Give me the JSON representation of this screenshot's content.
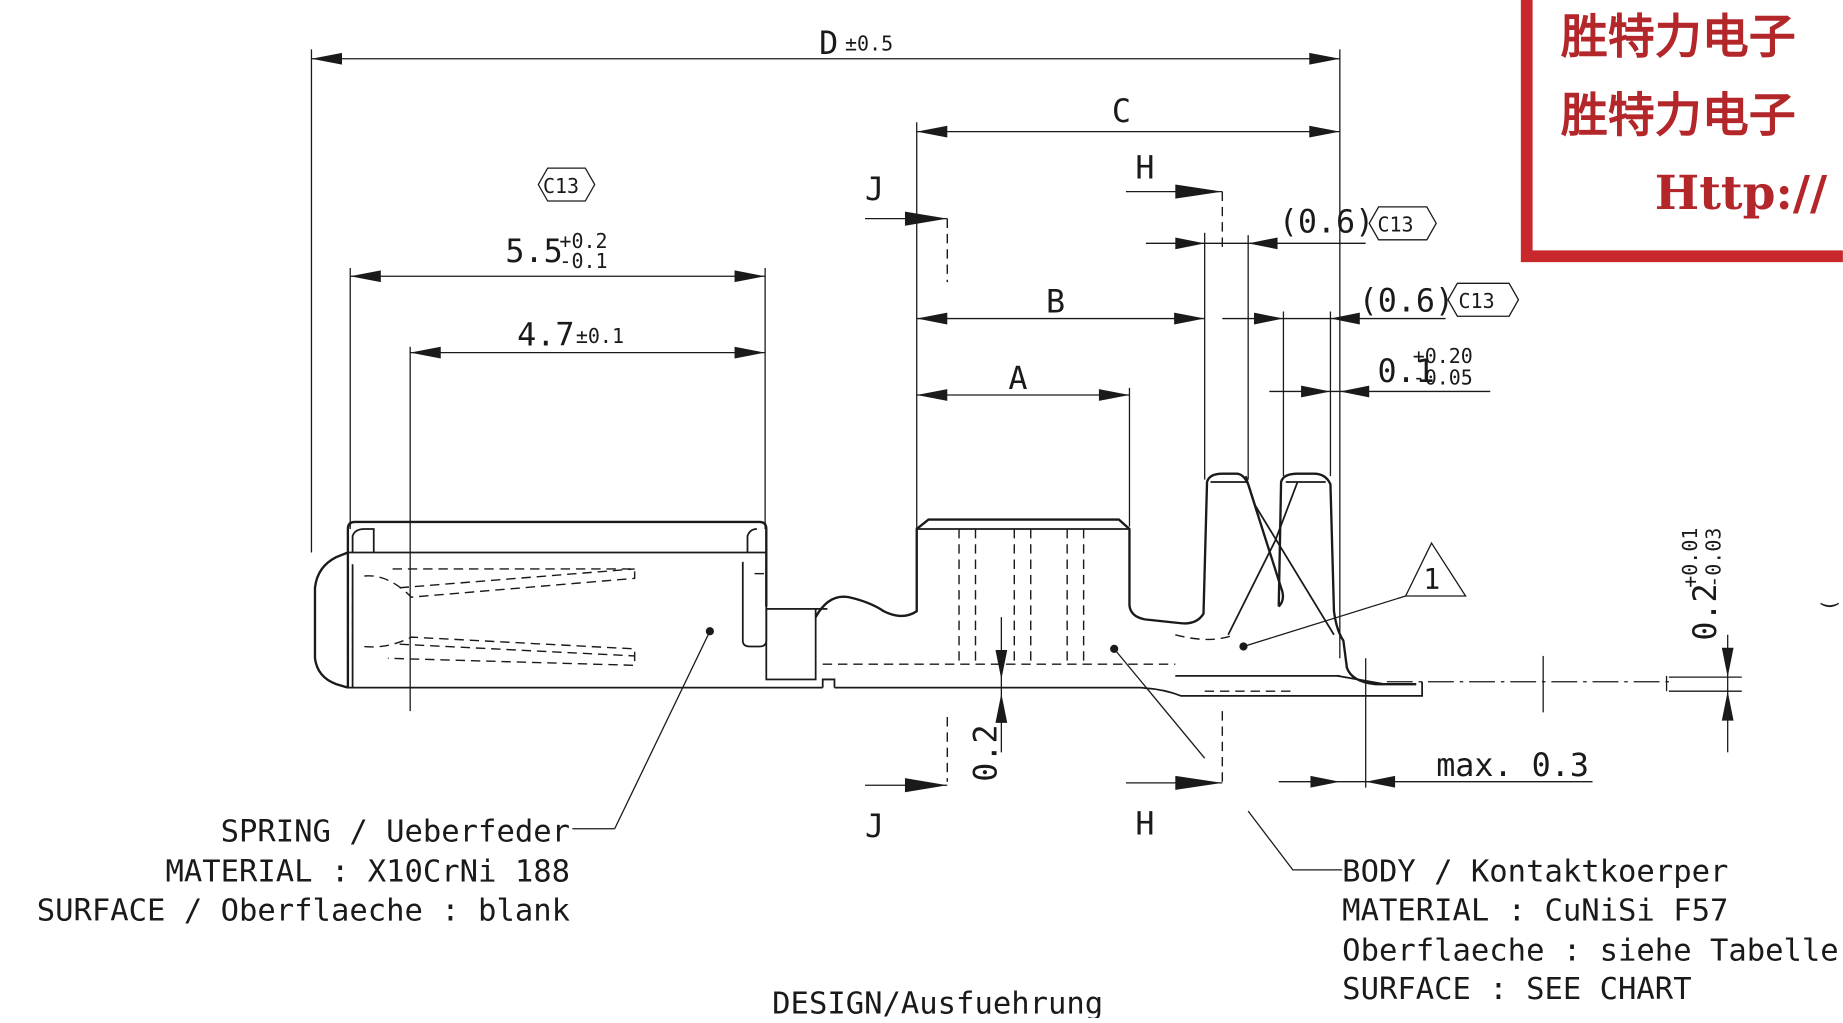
{
  "dimensions": {
    "d_letter": "D",
    "d_tol": "±0.5",
    "c": "C",
    "b": "B",
    "a": "A",
    "h_top": "H",
    "h_bottom": "H",
    "j_top": "J",
    "j_bottom": "J",
    "len55_main": "5.5",
    "len55_upper": "+0.2",
    "len55_lower": "-0.1",
    "len47_main": "4.7",
    "len47_tol": "±0.1",
    "gap1": "(0.6)",
    "gap2": "(0.6)",
    "thick_main": "0.1",
    "thick_upper": "+0.20",
    "thick_lower": "-0.05",
    "height02": "0.2",
    "max03": "max. 0.3",
    "right_main": "0.2",
    "right_upper": "+0.01",
    "right_lower": "-0.03"
  },
  "badges": {
    "c13_top": "C13",
    "c13_right1": "C13",
    "c13_right2": "C13",
    "triangle_note": "1"
  },
  "spring_note": {
    "line1": "SPRING / Ueberfeder",
    "line2": "MATERIAL : X10CrNi 188",
    "line3": "SURFACE / Oberflaeche : blank"
  },
  "body_note": {
    "line1": "BODY / Kontaktkoerper",
    "line2": "MATERIAL : CuNiSi F57",
    "line3": "Oberflaeche : siehe Tabelle",
    "line4": "SURFACE : SEE CHART"
  },
  "footer": {
    "design": "DESIGN/Ausfuehrung"
  },
  "watermark": {
    "line1": "胜特力电子",
    "line2": "胜特力电子",
    "line3": "Http://",
    "border_color": "#c8282c"
  }
}
